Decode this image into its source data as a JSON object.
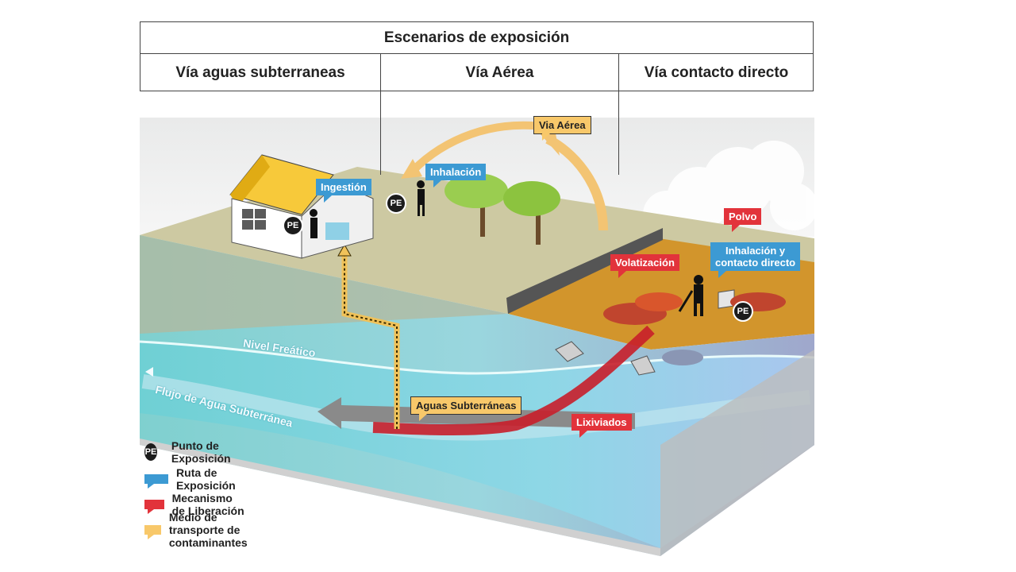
{
  "header": {
    "title": "Escenarios de exposición",
    "columns": [
      "Vía aguas subterraneas",
      "Vía Aérea",
      "Vía contacto directo"
    ]
  },
  "labels": {
    "via_aerea": "Via Aérea",
    "inhalacion": "Inhalación",
    "ingestion": "Ingestión",
    "polvo": "Polvo",
    "volatilizacion": "Volatización",
    "inhalacion_contacto_line1": "Inhalación y",
    "inhalacion_contacto_line2": "contacto directo",
    "nivel_freatico": "Nivel Freático",
    "flujo_agua": "Flujo de Agua Subterránea",
    "aguas_subterraneas": "Aguas Subterráneas",
    "lixiviados": "Lixiviados",
    "pe": "PE"
  },
  "legend": [
    {
      "symbol": "pe-badge",
      "text": "Punto de Exposición"
    },
    {
      "symbol": "blue-callout",
      "text": "Ruta de Exposición",
      "color": "#3c9ad3"
    },
    {
      "symbol": "red-callout",
      "text": "Mecanismo de Liberación",
      "color": "#e2333b"
    },
    {
      "symbol": "yellow-callout",
      "text": "Medio de transporte de contaminantes",
      "color": "#f8c86a"
    }
  ],
  "colors": {
    "exposure_route": "#3c9ad3",
    "release_mechanism": "#e2333b",
    "transport_medium": "#f8c86a",
    "ground_surface": "#cdc9a2",
    "groundwater": "#7fd3d8"
  }
}
